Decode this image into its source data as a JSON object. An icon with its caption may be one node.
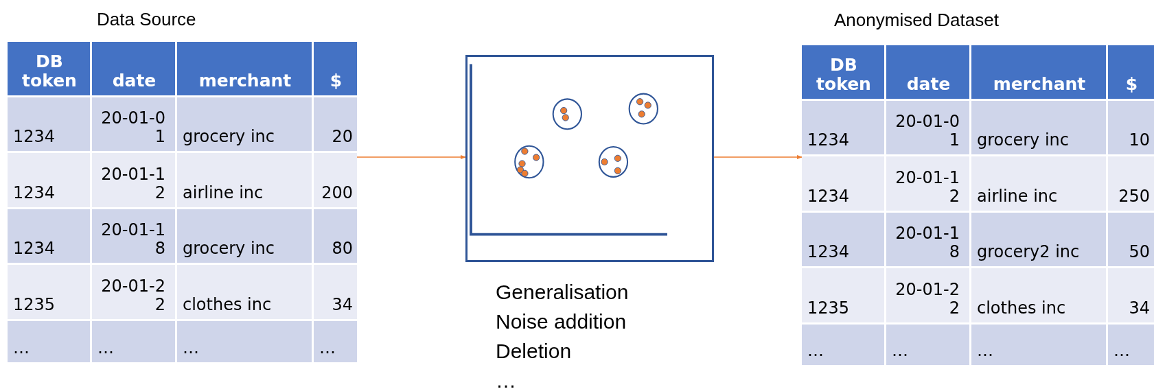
{
  "diagram": {
    "nodes": [
      {
        "text": [
          "Data Source",
          "DB token",
          "date",
          "merchant",
          "$",
          "1234",
          "20-01-01",
          "grocery inc",
          "20",
          "1234",
          "20-01-12",
          "airline inc",
          "200",
          "1234",
          "20-01-18",
          "grocery inc",
          "80",
          "1235",
          "20-01-22",
          "clothes inc",
          "34",
          "…",
          "…",
          "…",
          "…"
        ]
      },
      {
        "text": [],
        "shape": "picture",
        "beside": [
          "Generalisation",
          "Noise addition",
          "Deletion",
          "…"
        ]
      },
      {
        "text": [
          "Anonymised Dataset",
          "DB token",
          "date",
          "merchant",
          "$",
          "1234",
          "20-01-01",
          "grocery inc",
          "10",
          "1234",
          "20-01-12",
          "airline inc",
          "250",
          "1234",
          "20-01-18",
          "grocery2 inc",
          "50",
          "1235",
          "20-01-22",
          "clothes inc",
          "34",
          "…",
          "…",
          "…",
          "…"
        ]
      }
    ],
    "edges": [
      {
        "from": 0,
        "to": 1,
        "arrow": "to"
      },
      {
        "from": 1,
        "to": 2,
        "arrow": "to"
      }
    ]
  }
}
